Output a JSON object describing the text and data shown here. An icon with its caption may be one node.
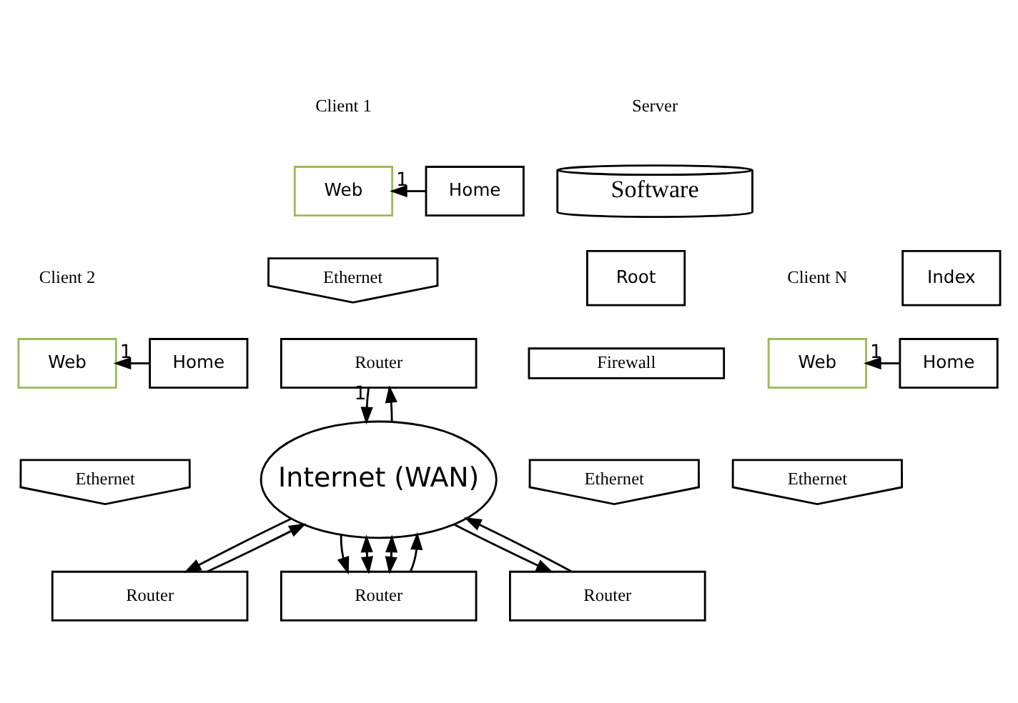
{
  "diagram": {
    "nodes": [
      {
        "text": [
          "Web"
        ]
      },
      {
        "text": [
          "Home"
        ]
      },
      {
        "text": [
          "Ethernet"
        ]
      },
      {
        "text": [
          "Router"
        ]
      },
      {
        "text": [
          "Web"
        ]
      },
      {
        "text": [
          "Home"
        ]
      },
      {
        "text": [
          "Ethernet"
        ]
      },
      {
        "text": [
          "Router"
        ]
      },
      {
        "text": [
          "Software"
        ]
      },
      {
        "text": [
          "Root"
        ]
      },
      {
        "text": [
          "Index"
        ]
      },
      {
        "text": [
          "Firewall"
        ]
      },
      {
        "text": [
          "Ethernet"
        ]
      },
      {
        "text": [
          "Router"
        ]
      },
      {
        "text": [
          "Internet (WAN)"
        ]
      },
      {
        "text": [
          "Web"
        ]
      },
      {
        "text": [
          "Home"
        ]
      },
      {
        "text": [
          "Ethernet"
        ]
      },
      {
        "text": [
          "Router"
        ]
      }
    ],
    "edges": [
      {
        "from": 1,
        "to": 0,
        "arrow": "to",
        "label": "1"
      },
      {
        "from": 5,
        "to": 4,
        "arrow": "to",
        "label": "1"
      },
      {
        "from": 16,
        "to": 15,
        "arrow": "to",
        "label": "1"
      },
      {
        "from": 3,
        "to": 14,
        "arrow": "to",
        "label": "1"
      },
      {
        "from": 14,
        "to": 3,
        "arrow": "to"
      },
      {
        "from": 7,
        "to": 14,
        "arrow": "to"
      },
      {
        "from": 14,
        "to": 7,
        "arrow": "to"
      },
      {
        "from": 14,
        "to": 13,
        "arrow": "to"
      },
      {
        "from": 14,
        "to": 13,
        "arrow": "to"
      },
      {
        "from": 14,
        "to": 13,
        "arrow": "to"
      },
      {
        "from": 13,
        "to": 14,
        "arrow": "to"
      },
      {
        "from": 13,
        "to": 14,
        "arrow": "to"
      },
      {
        "from": 13,
        "to": 14,
        "arrow": "to"
      },
      {
        "from": 14,
        "to": 18,
        "arrow": "to"
      },
      {
        "from": 18,
        "to": 14,
        "arrow": "to"
      }
    ],
    "labels": [
      "Client 1",
      "Client 2",
      "Server",
      "Client N"
    ]
  }
}
